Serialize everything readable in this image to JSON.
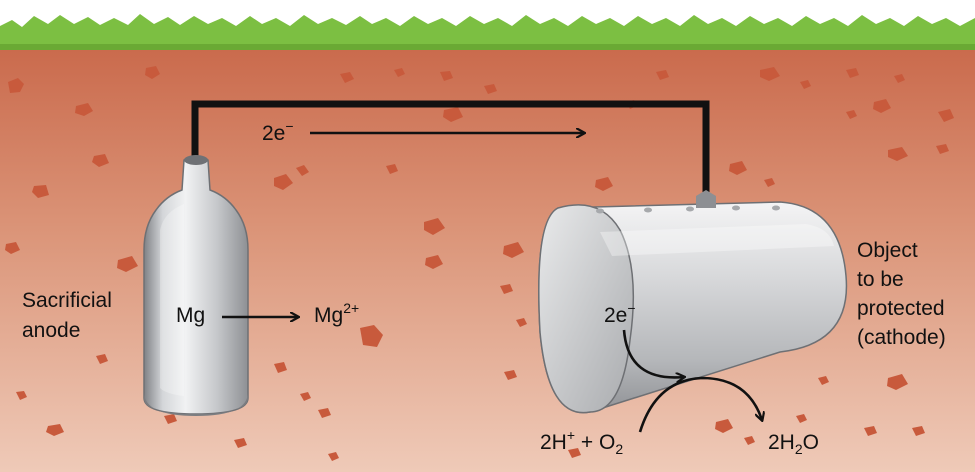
{
  "labels": {
    "anode_line1": "Sacrificial",
    "anode_line2": "anode",
    "mg": "Mg",
    "mg_ion_base": "Mg",
    "mg_ion_charge": "2+",
    "electron_top_base": "2e",
    "electron_top_charge": "−",
    "electron_tank_base": "2e",
    "electron_tank_charge": "−",
    "object_line1": "Object",
    "object_line2": "to be",
    "object_line3": "protected",
    "object_line4": "(cathode)",
    "reactant_h": "2H",
    "reactant_h_charge": "+",
    "reactant_plus": " + O",
    "reactant_o_sub": "2",
    "product_base": "2H",
    "product_sub": "2",
    "product_o": "O"
  },
  "colors": {
    "grass": "#7cbf42",
    "soil_top": "#c9684a",
    "soil_bottom": "#ecc4b0",
    "rock": "#c85a3c",
    "metal_light": "#e4e5e7",
    "metal_mid": "#c4c6c9",
    "metal_dark": "#8d8f93",
    "wire": "#111111"
  }
}
